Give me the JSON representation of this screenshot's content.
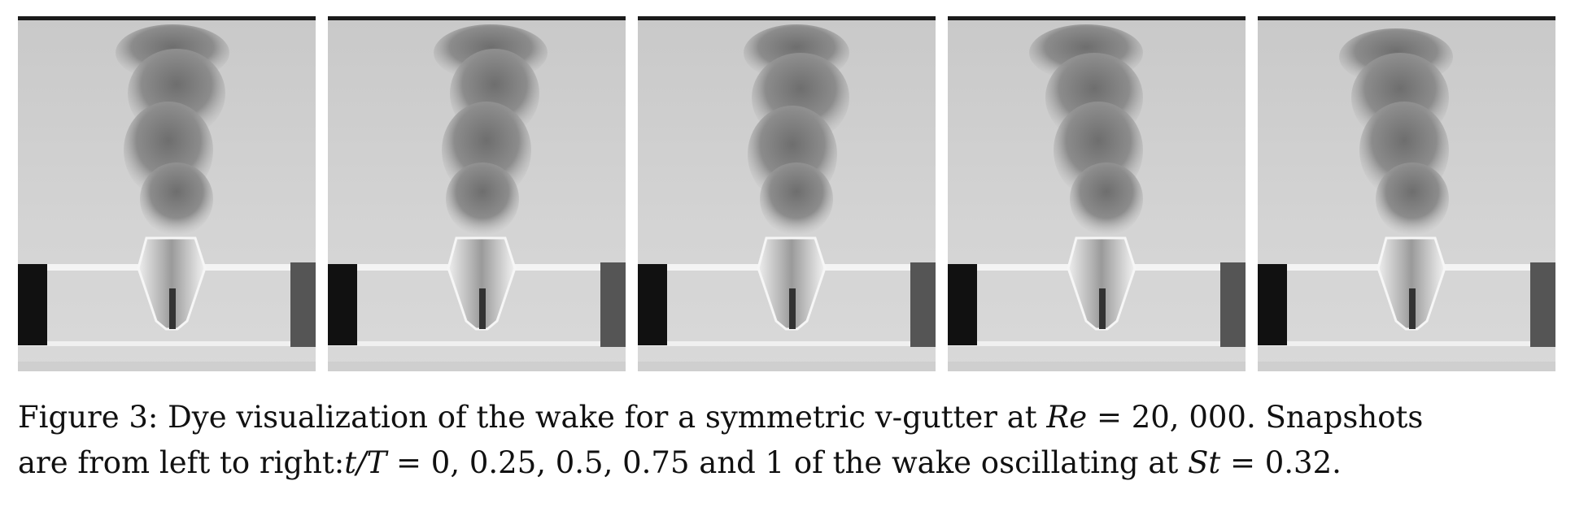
{
  "figure": {
    "caption_line1_prefix": "Figure 3: Dye visualization of the wake for a symmetric v-gutter at ",
    "caption_line1_math_var": "Re",
    "caption_line1_math_eq": " = 20, 000",
    "caption_line1_suffix": ". Snapshots",
    "caption_line2_prefix": "are from left to right:",
    "caption_line2_math_var": "t/T",
    "caption_line2_middle": " = 0, 0.25, 0.5, 0.75 and 1 of the wake oscillating at ",
    "caption_line2_math_var2": "St",
    "caption_line2_suffix": " = 0.32."
  },
  "snapshots": [
    {
      "phase": 0
    },
    {
      "phase": 0.25
    },
    {
      "phase": 0.5
    },
    {
      "phase": 0.75
    },
    {
      "phase": 1
    }
  ]
}
